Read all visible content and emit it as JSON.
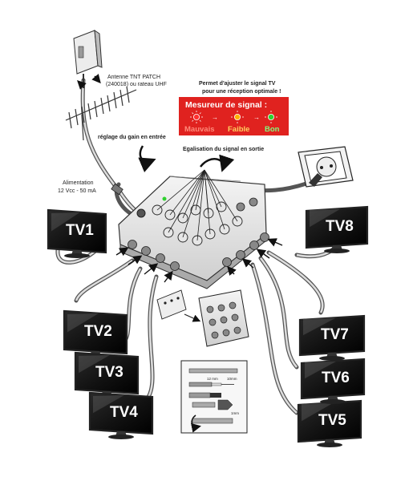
{
  "antenna": {
    "label_line1": "Antenne TNT PATCH",
    "label_line2": "(240018) ou rateau UHF"
  },
  "power": {
    "label_line1": "Alimentation",
    "label_line2": "12 Vcc - 50 mA"
  },
  "gain": {
    "label": "réglage du gain en entrée"
  },
  "equalization": {
    "label": "Egalisation du signal en sortie"
  },
  "adjust_note": {
    "line1": "Permet d'ajuster le signal TV",
    "line2": "pour une réception optimale !"
  },
  "signal_meter": {
    "title": "Mesureur de signal :",
    "levels": [
      {
        "label": "Mauvais",
        "color": "#ff3030"
      },
      {
        "label": "Faible",
        "color": "#ffb000"
      },
      {
        "label": "Bon",
        "color": "#2fd12f"
      }
    ],
    "background": "#e0221f"
  },
  "tvs": [
    "TV1",
    "TV2",
    "TV3",
    "TV4",
    "TV5",
    "TV6",
    "TV7",
    "TV8"
  ],
  "cable_guide": {
    "measure_12mm": "12 mm",
    "measure_10mm": "10mm",
    "measure_1mm": "1mm"
  }
}
